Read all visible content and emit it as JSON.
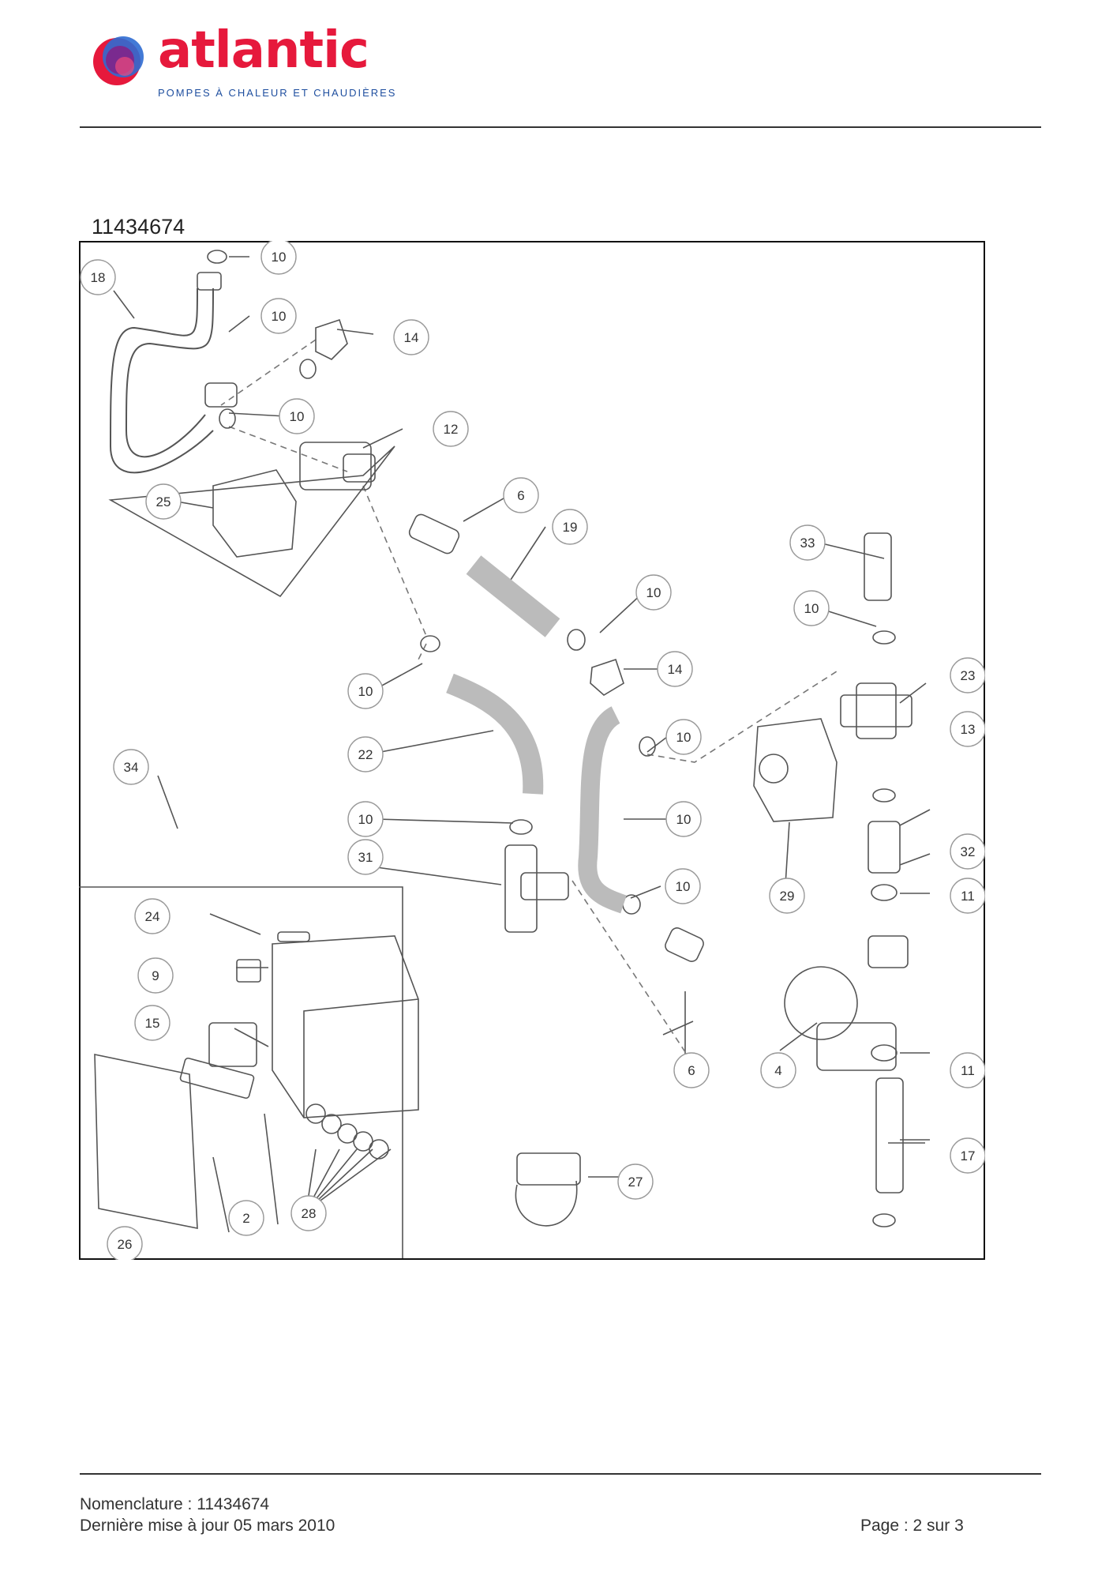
{
  "brand": {
    "name": "atlantic",
    "tagline": "POMPES À CHALEUR ET CHAUDIÈRES",
    "colors": {
      "red": "#e6193c",
      "blue": "#1f4f9f",
      "purple": "#7a2a8f"
    }
  },
  "document": {
    "reference": "11434674"
  },
  "diagram": {
    "callouts": [
      "10",
      "18",
      "10",
      "14",
      "10",
      "12",
      "25",
      "6",
      "19",
      "33",
      "10",
      "10",
      "23",
      "14",
      "10",
      "10",
      "22",
      "34",
      "10",
      "10",
      "32",
      "13",
      "31",
      "29",
      "11",
      "24",
      "10",
      "9",
      "15",
      "6",
      "4",
      "11",
      "17",
      "27",
      "2",
      "28",
      "26"
    ]
  },
  "footer": {
    "nomenclature": "Nomenclature : 11434674",
    "updated": "Dernière mise à jour 05 mars 2010",
    "page": "Page : 2 sur 3"
  }
}
